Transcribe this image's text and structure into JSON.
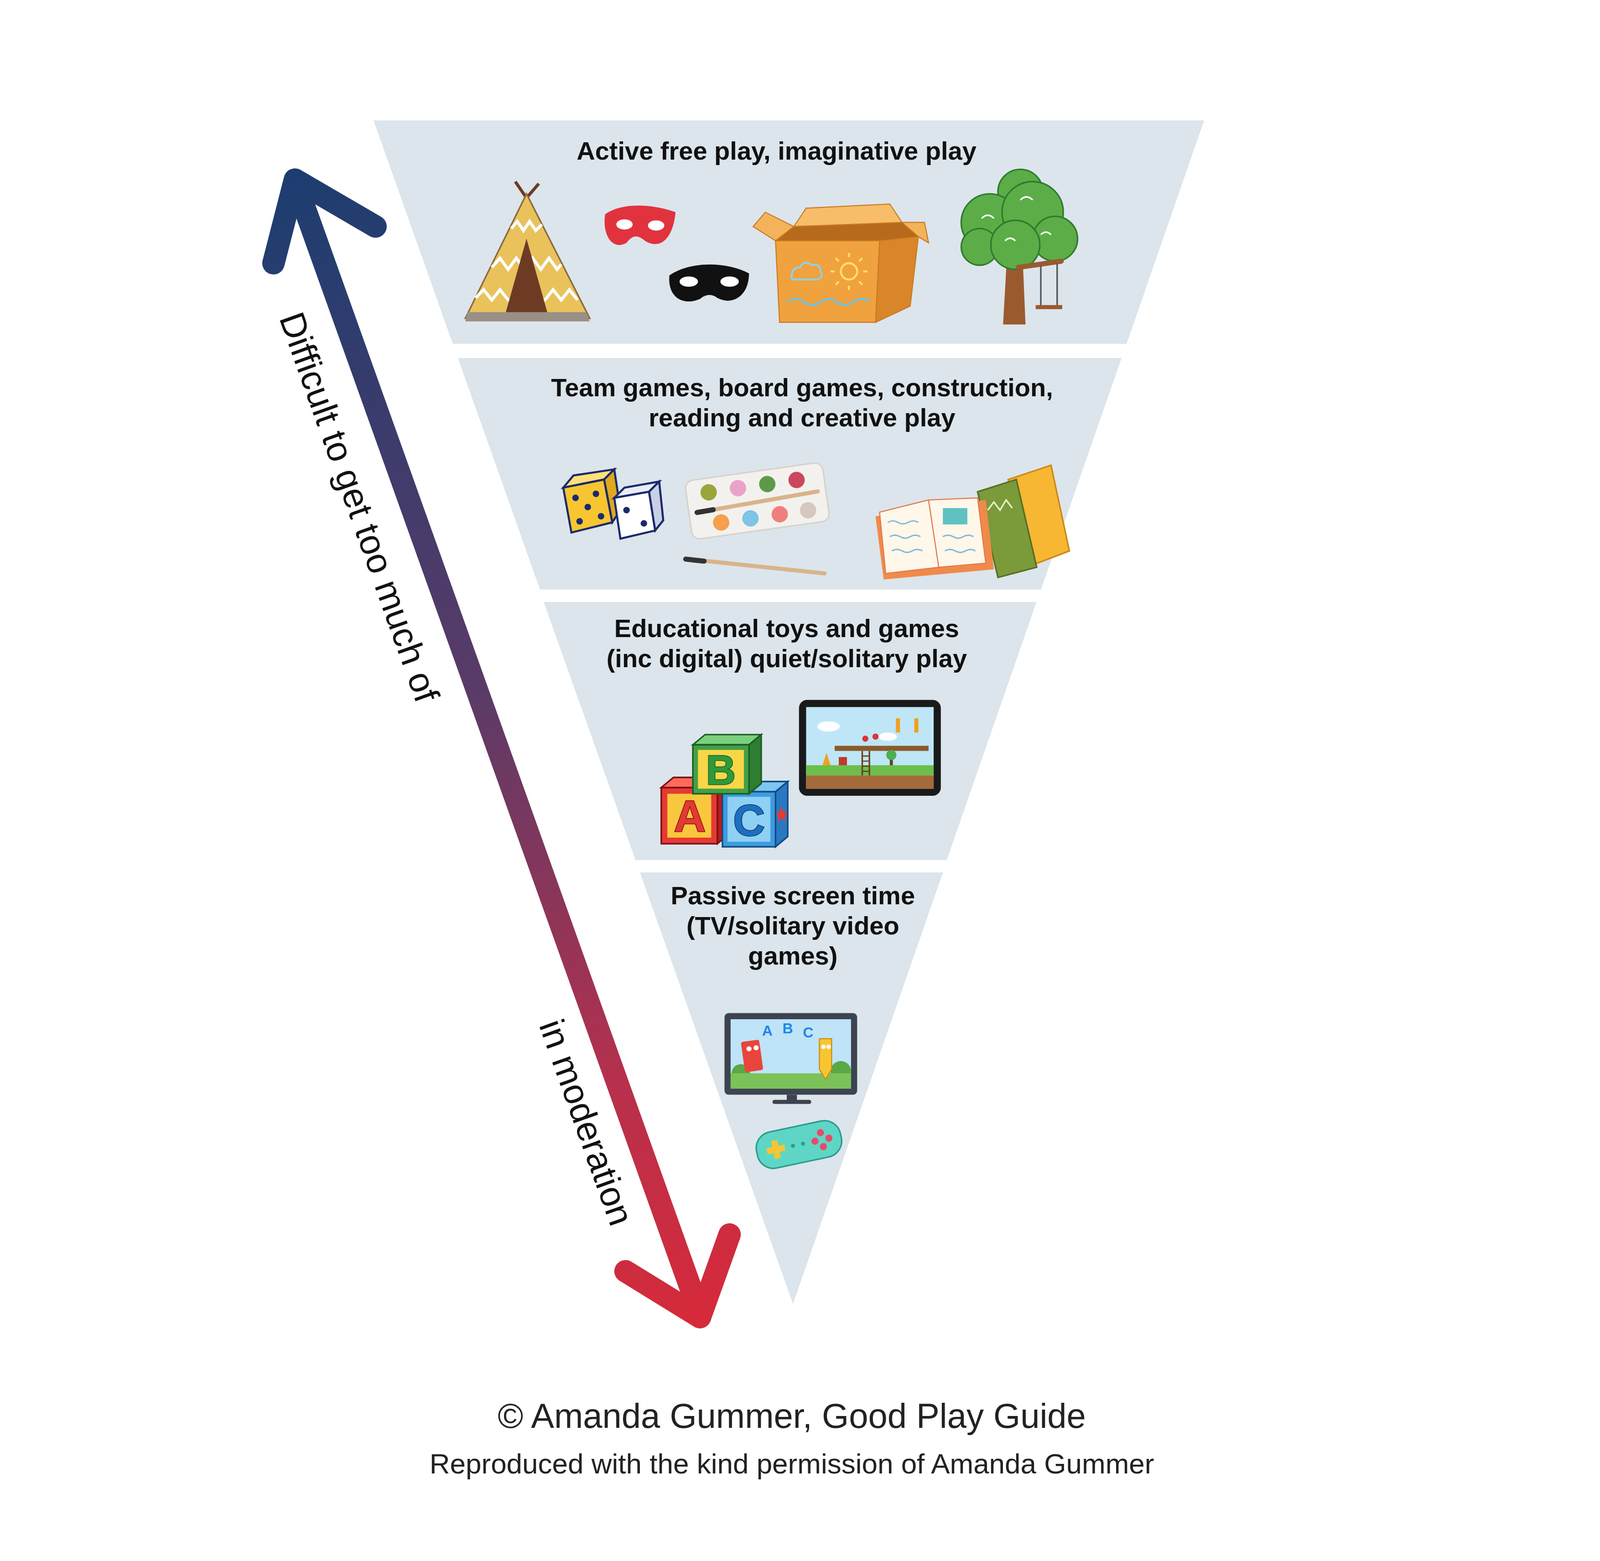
{
  "diagram": {
    "nodes": [
      {
        "text": [
          "Active free play, imaginative play"
        ]
      },
      {
        "text": [
          "Team games, board games, construction, reading and creative play"
        ]
      },
      {
        "text": [
          "Educational toys and games (inc digital) quiet/solitary play"
        ]
      },
      {
        "text": [
          "Passive screen time (TV/solitary video games)"
        ]
      }
    ],
    "labels": [
      "Difficult to get too much of",
      "in moderation",
      "A",
      "B",
      "C",
      "A",
      "B",
      "C",
      "© Amanda Gummer, Good Play Guide",
      "Reproduced with the kind permission of Amanda Gummer"
    ]
  }
}
